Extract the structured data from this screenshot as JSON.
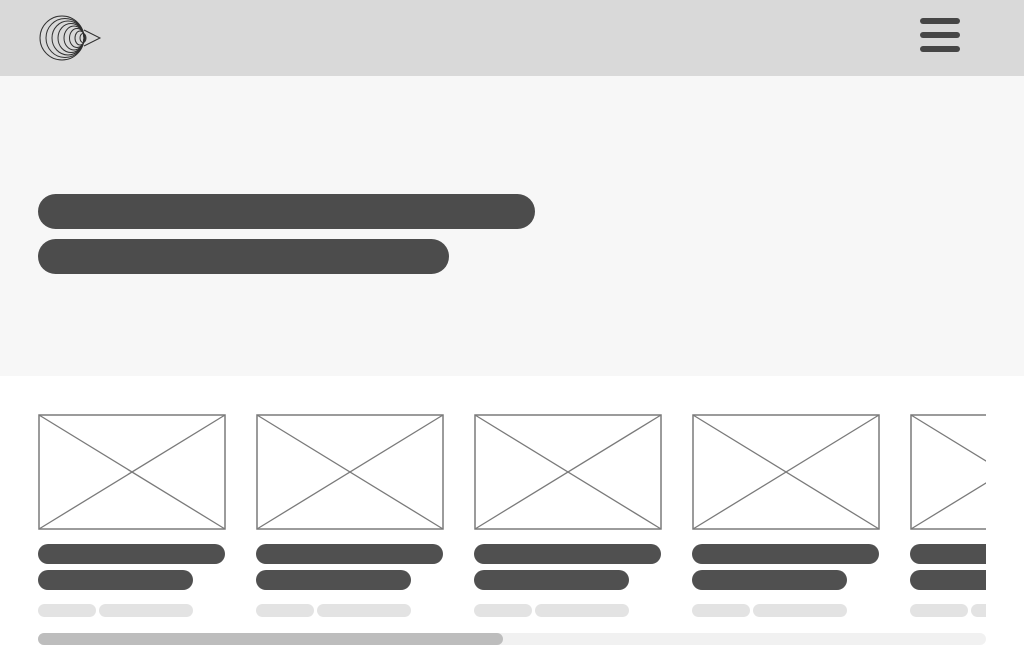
{
  "header": {
    "logo_icon": "concentric-rings-logo-icon",
    "menu_icon": "hamburger-menu-icon"
  },
  "hero": {
    "placeholder_lines": 2,
    "line_color": "#4c4c4c"
  },
  "carousel": {
    "cards": [
      {
        "image_icon": "image-placeholder-icon"
      },
      {
        "image_icon": "image-placeholder-icon"
      },
      {
        "image_icon": "image-placeholder-icon"
      },
      {
        "image_icon": "image-placeholder-icon"
      },
      {
        "image_icon": "image-placeholder-icon"
      }
    ],
    "scroll_position_fraction": 0.0,
    "visible_fraction": 0.49
  },
  "colors": {
    "header_bg": "#d9d9d9",
    "hero_bg": "#f7f7f7",
    "text_placeholder": "#505050",
    "meta_placeholder": "#e3e3e3",
    "scrollbar_thumb": "#bdbdbd"
  }
}
